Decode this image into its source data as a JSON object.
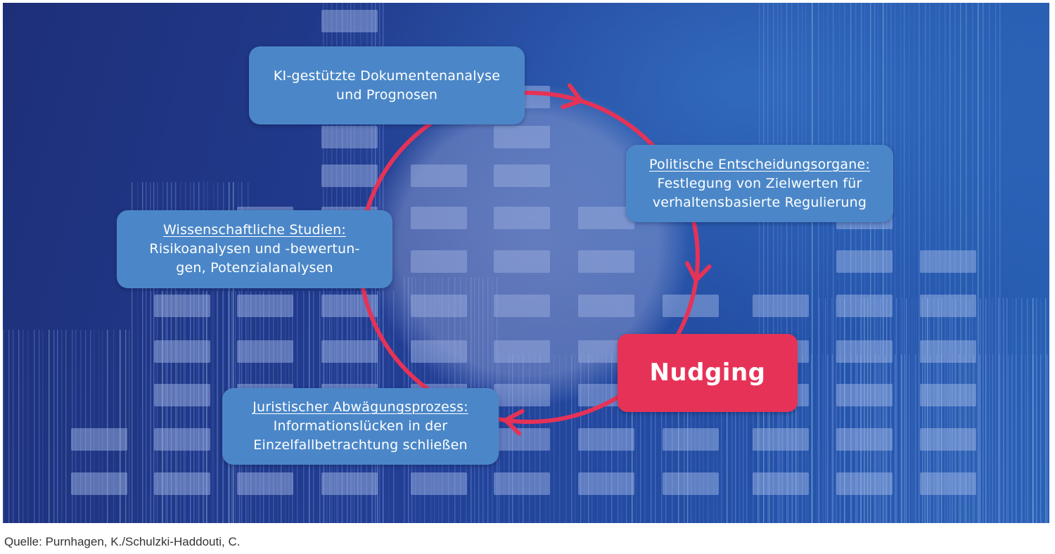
{
  "colors": {
    "box": "#4b87c8",
    "nudging": "#e63257",
    "cycle_arrow": "#e63257",
    "text": "#ffffff",
    "source_text": "#333333"
  },
  "boxes": {
    "ki": {
      "lines": [
        "KI-gestützte Dokumentenanalyse",
        "und Prognosen"
      ]
    },
    "politik": {
      "title": "Politische Entscheidungsorgane:",
      "lines": [
        "Festlegung von Zielwerten für",
        "verhaltensbasierte Regulierung"
      ]
    },
    "nudging": {
      "label": "Nudging"
    },
    "jurist": {
      "title": "Juristischer Abwägungsprozess:",
      "lines": [
        "Informationslücken in der",
        "Einzelfallbetrachtung schließen"
      ]
    },
    "wissen": {
      "title": "Wissenschaftliche Studien:",
      "lines": [
        "Risikoanalysen und -bewertun-",
        "gen, Potenzialanalysen"
      ]
    }
  },
  "source": "Quelle: Purnhagen, K./Schulzki-Haddouti, C."
}
